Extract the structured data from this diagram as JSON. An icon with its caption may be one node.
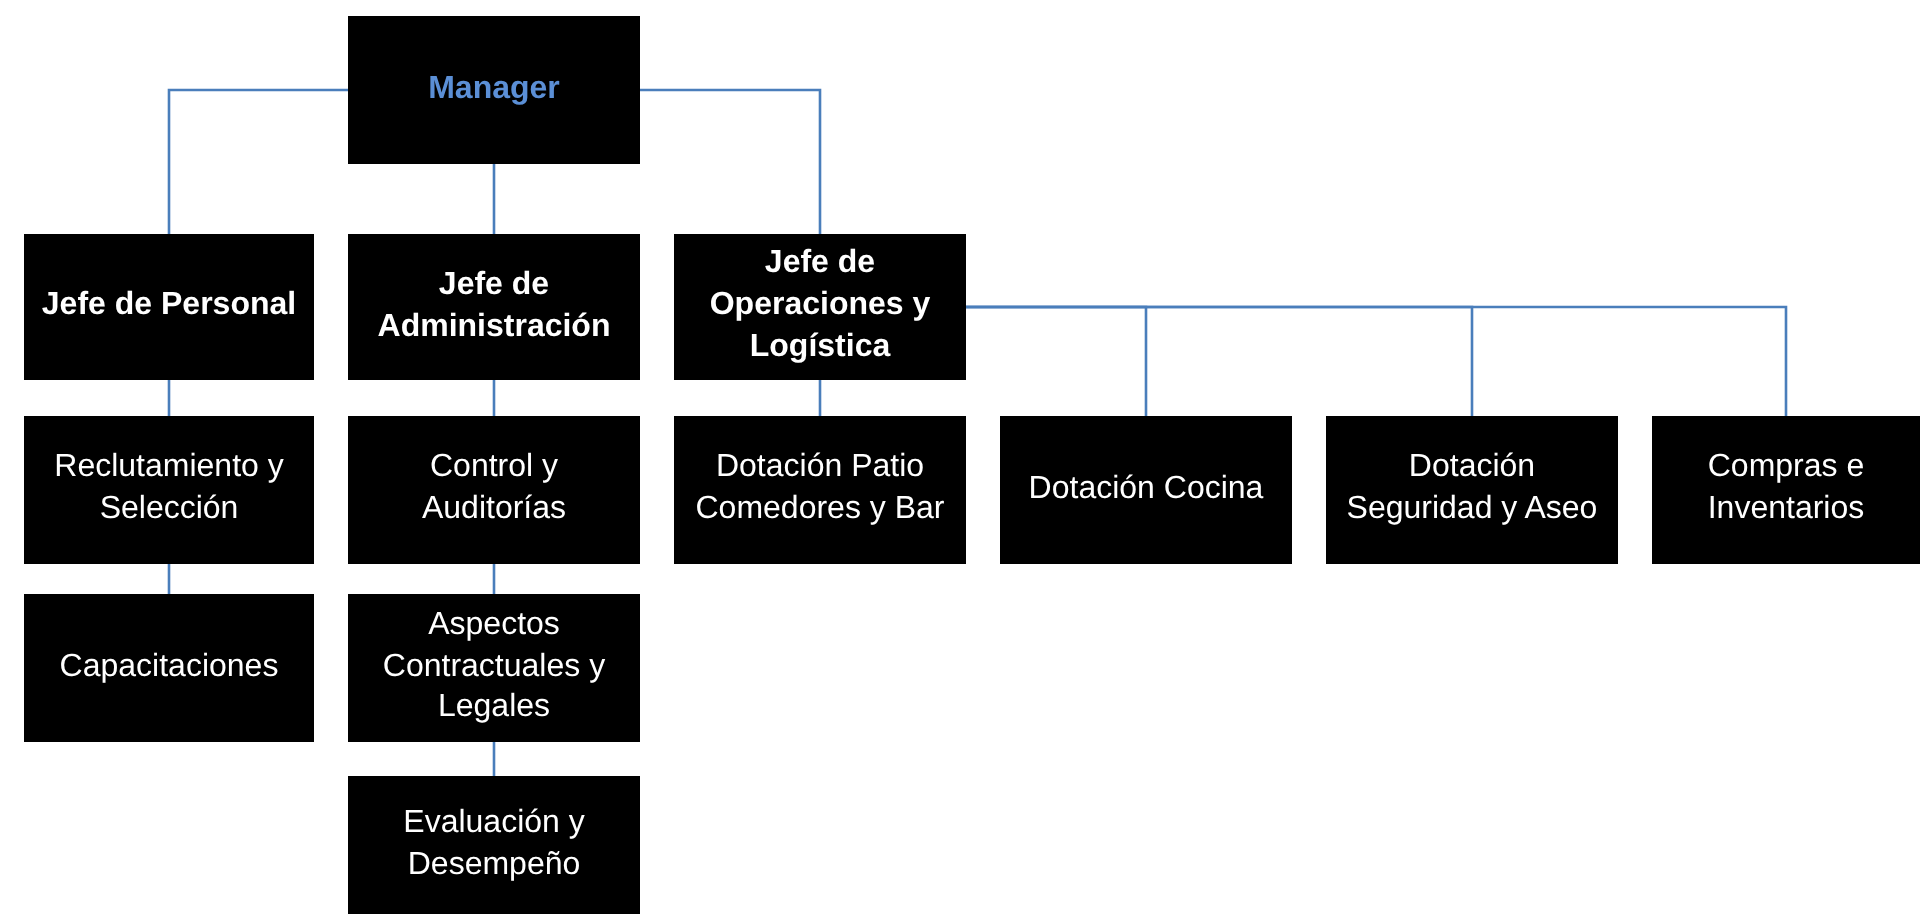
{
  "diagram": {
    "nodes": [
      {
        "text": [
          "Manager"
        ]
      },
      {
        "text": [
          "Jefe de Personal"
        ]
      },
      {
        "text": [
          "Jefe de Administración"
        ]
      },
      {
        "text": [
          "Jefe de Operaciones y Logística"
        ]
      },
      {
        "text": [
          "Reclutamiento y Selección"
        ]
      },
      {
        "text": [
          "Capacitaciones"
        ]
      },
      {
        "text": [
          "Control y Auditorías"
        ]
      },
      {
        "text": [
          "Aspectos Contractuales y Legales"
        ]
      },
      {
        "text": [
          "Evaluación y Desempeño"
        ]
      },
      {
        "text": [
          "Dotación Patio Comedores y Bar"
        ]
      },
      {
        "text": [
          "Dotación Cocina"
        ]
      },
      {
        "text": [
          "Dotación Seguridad y Aseo"
        ]
      },
      {
        "text": [
          "Compras e Inventarios"
        ]
      }
    ],
    "edges": [
      {
        "from": 0,
        "to": 1,
        "arrow": "none"
      },
      {
        "from": 0,
        "to": 2,
        "arrow": "none"
      },
      {
        "from": 0,
        "to": 3,
        "arrow": "none"
      },
      {
        "from": 1,
        "to": 4,
        "arrow": "none"
      },
      {
        "from": 4,
        "to": 5,
        "arrow": "none"
      },
      {
        "from": 2,
        "to": 6,
        "arrow": "none"
      },
      {
        "from": 6,
        "to": 7,
        "arrow": "none"
      },
      {
        "from": 7,
        "to": 8,
        "arrow": "none"
      },
      {
        "from": 3,
        "to": 9,
        "arrow": "none"
      },
      {
        "from": 3,
        "to": 10,
        "arrow": "none"
      },
      {
        "from": 3,
        "to": 11,
        "arrow": "none"
      },
      {
        "from": 3,
        "to": 12,
        "arrow": "none"
      }
    ]
  }
}
